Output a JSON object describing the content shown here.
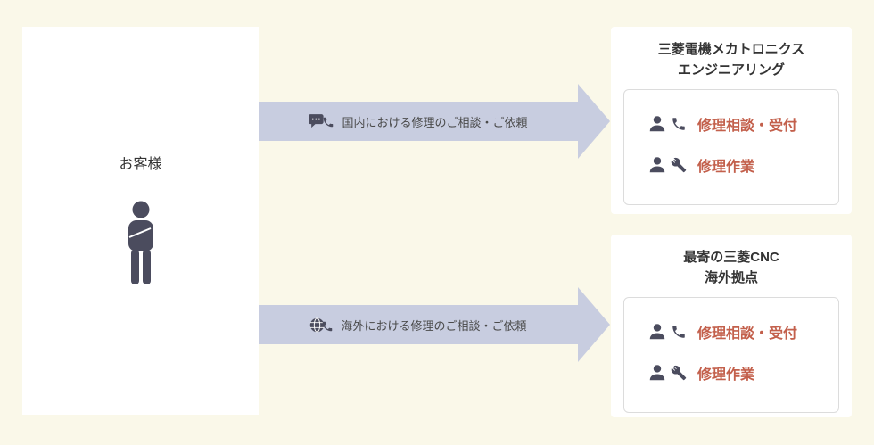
{
  "colors": {
    "background": "#faf8e9",
    "card_bg": "#ffffff",
    "arrow_fill": "#c8cde0",
    "arrow_text": "#4a4a4a",
    "icon_dark": "#4b4c5e",
    "accent_text": "#c3604c",
    "title_text": "#333333",
    "box_border": "#dcdcdc"
  },
  "customer": {
    "label": "お客様",
    "icon": "customer-person-icon"
  },
  "arrows": [
    {
      "icon": "chat-phone-icon",
      "label": "国内における修理のご相談・ご依頼"
    },
    {
      "icon": "globe-phone-icon",
      "label": "海外における修理のご相談・ご依頼"
    }
  ],
  "cards": [
    {
      "title_line1": "三菱電機メカトロニクス",
      "title_line2": "エンジニアリング",
      "rows": [
        {
          "icon": "person-phone-icon",
          "label": "修理相談・受付"
        },
        {
          "icon": "person-tools-icon",
          "label": "修理作業"
        }
      ]
    },
    {
      "title_line1": "最寄の三菱CNC",
      "title_line2": "海外拠点",
      "rows": [
        {
          "icon": "person-phone-icon",
          "label": "修理相談・受付"
        },
        {
          "icon": "person-tools-icon",
          "label": "修理作業"
        }
      ]
    }
  ]
}
